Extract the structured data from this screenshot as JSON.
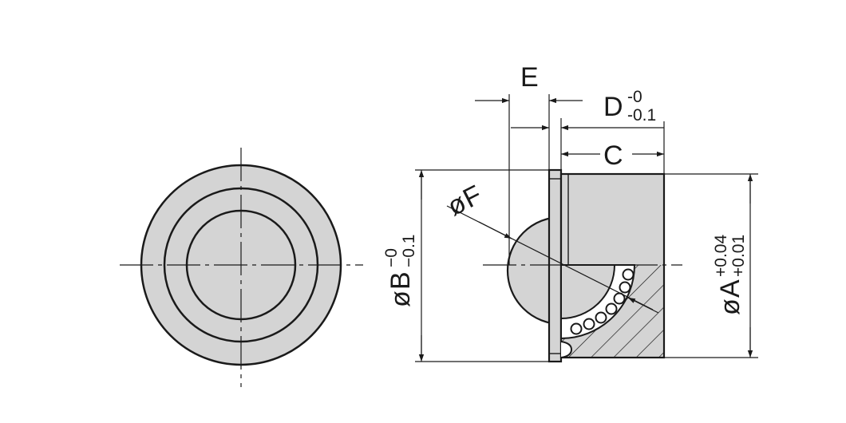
{
  "colors": {
    "fill": "#d4d4d4",
    "stroke": "#1a1a1a",
    "background": "#ffffff"
  },
  "labels": {
    "E": "E",
    "D": {
      "base": "D",
      "sup": "-0",
      "sub": "-0.1"
    },
    "C": "C",
    "F": {
      "symbol": "ø",
      "letter": "F"
    },
    "B": {
      "symbol": "ø",
      "base": "B",
      "sup": "−0",
      "sub": "−0.1"
    },
    "A": {
      "symbol": "ø",
      "base": "A",
      "sup": "+0.04",
      "sub": "+0.01"
    }
  }
}
